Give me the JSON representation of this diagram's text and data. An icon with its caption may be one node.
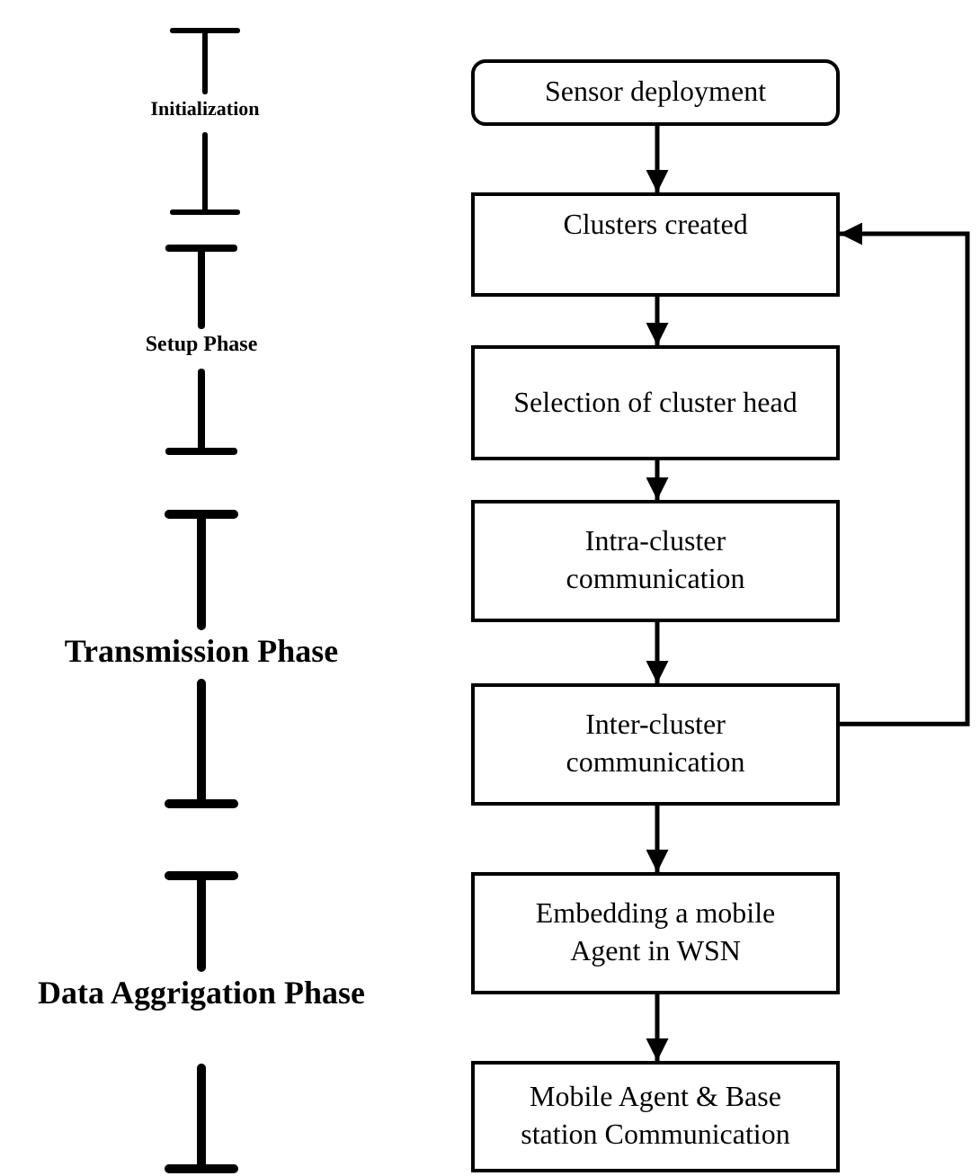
{
  "diagram": {
    "nodes": [
      {
        "text": [
          "Sensor deployment"
        ]
      },
      {
        "text": [
          "Clusters created"
        ]
      },
      {
        "text": [
          "Selection of cluster head"
        ]
      },
      {
        "text": [
          "Intra-cluster communication"
        ]
      },
      {
        "text": [
          "Inter-cluster communication"
        ]
      },
      {
        "text": [
          "Embedding a mobile Agent in WSN"
        ]
      },
      {
        "text": [
          "Mobile Agent & Base station Communication"
        ]
      }
    ],
    "edges": [
      {
        "from": 0,
        "to": 1,
        "arrow": "to"
      },
      {
        "from": 1,
        "to": 2,
        "arrow": "to"
      },
      {
        "from": 2,
        "to": 3,
        "arrow": "to"
      },
      {
        "from": 3,
        "to": 4,
        "arrow": "to"
      },
      {
        "from": 4,
        "to": 5,
        "arrow": "to"
      },
      {
        "from": 5,
        "to": 6,
        "arrow": "to"
      },
      {
        "from": 4,
        "to": 1,
        "arrow": "to"
      }
    ],
    "labels": [
      "Initialization",
      "Setup Phase",
      "Transmission Phase",
      "Data Aggrigation Phase"
    ]
  }
}
